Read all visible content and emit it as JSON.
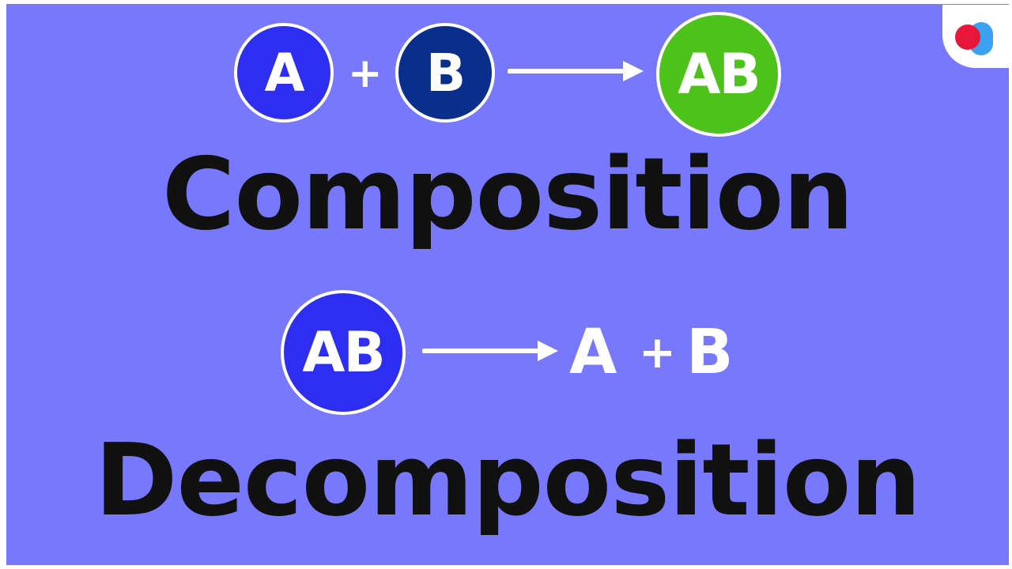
{
  "colors": {
    "background": "#7878fc",
    "circle_a": "#2e2ef0",
    "circle_b": "#0a2e8c",
    "circle_ab_green": "#4cc21a",
    "circle_ab_blue": "#2e2ef0",
    "word_text": "#111111",
    "logo_red": "#e8163a",
    "logo_blue": "#3aa2f0"
  },
  "composition": {
    "reactant_a": "A",
    "plus": "+",
    "reactant_b": "B",
    "product": "AB",
    "title": "Composition"
  },
  "decomposition": {
    "reactant": "AB",
    "product_a": "A",
    "plus": "+",
    "product_b": "B",
    "title": "Decomposition"
  },
  "logo": {
    "icon": "byjus-logo-icon"
  }
}
